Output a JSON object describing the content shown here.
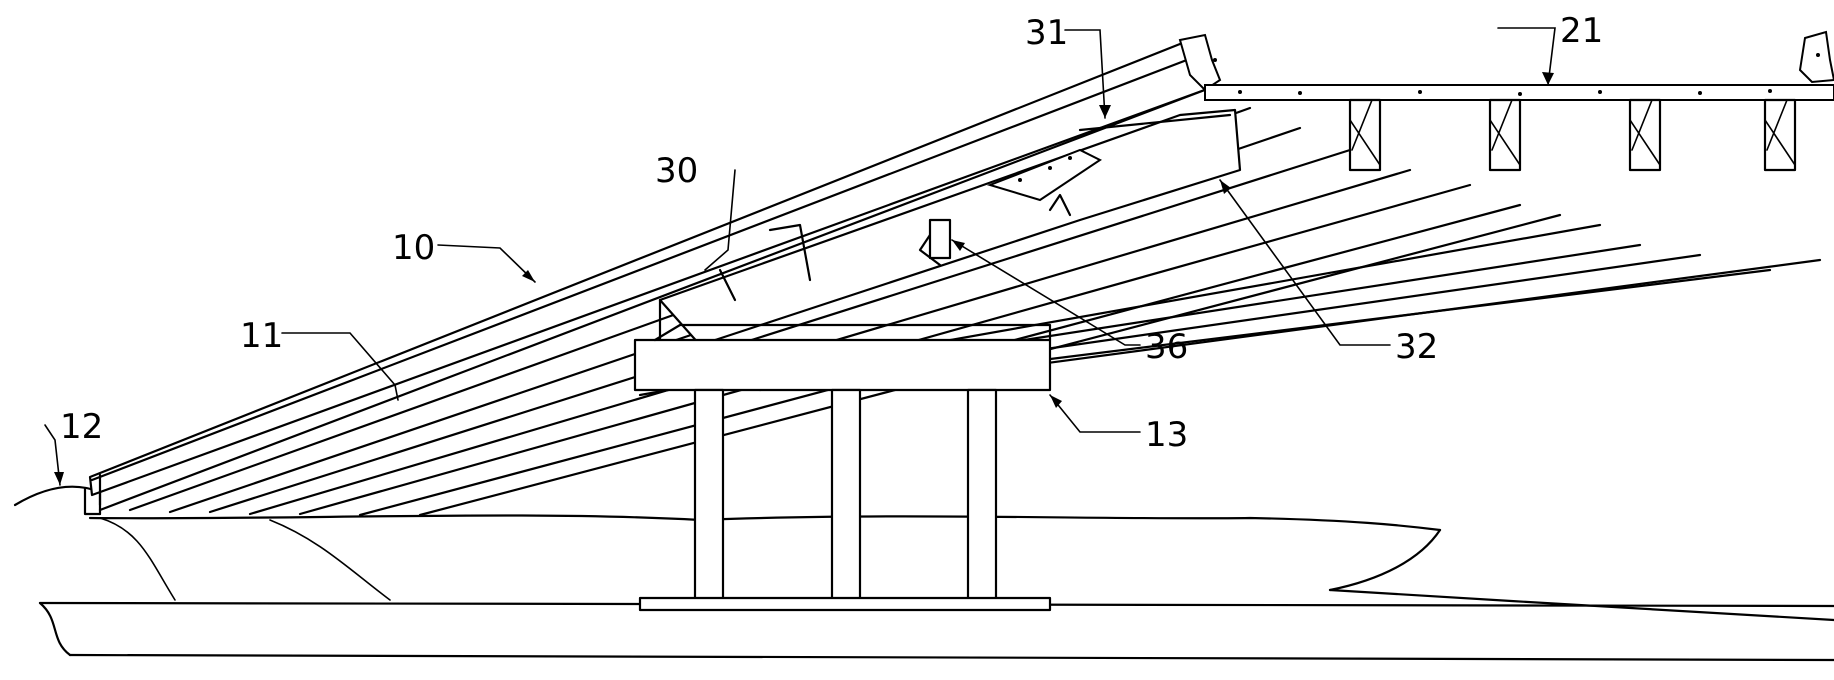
{
  "figure": {
    "reference_labels": [
      {
        "id": "label-10",
        "text": "10"
      },
      {
        "id": "label-11",
        "text": "11"
      },
      {
        "id": "label-12",
        "text": "12"
      },
      {
        "id": "label-13",
        "text": "13"
      },
      {
        "id": "label-21",
        "text": "21"
      },
      {
        "id": "label-30",
        "text": "30"
      },
      {
        "id": "label-31",
        "text": "31"
      },
      {
        "id": "label-32",
        "text": "32"
      },
      {
        "id": "label-36",
        "text": "36"
      }
    ]
  }
}
